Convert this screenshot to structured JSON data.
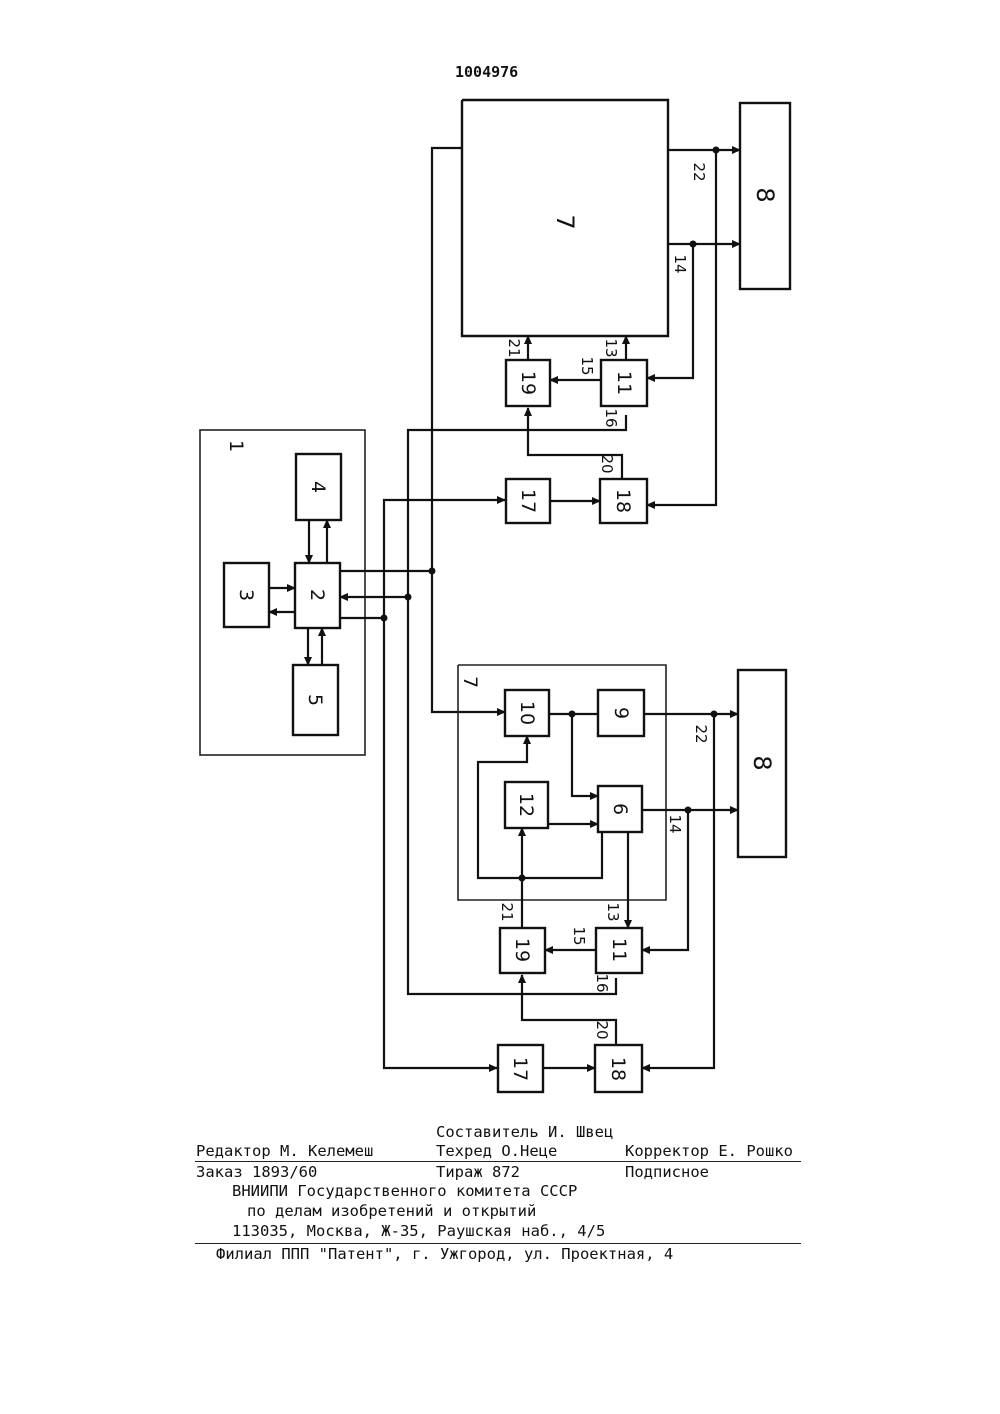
{
  "patent_number": "1004976",
  "diagram": {
    "frame_label": "1",
    "blocks": {
      "b2": "2",
      "b3": "3",
      "b4": "4",
      "b5": "5",
      "b6": "6",
      "b7": "7",
      "b8": "8",
      "b9": "9",
      "b10": "10",
      "b11": "11",
      "b12": "12",
      "b17": "17",
      "b18": "18",
      "b19": "19"
    },
    "signals": {
      "s13": "13",
      "s14": "14",
      "s15": "15",
      "s16": "16",
      "s20": "20",
      "s21": "21",
      "s22": "22"
    }
  },
  "colophon": {
    "compiler": "Составитель И. Швец",
    "editor": "Редактор М. Келемеш",
    "tech_editor": "Техред О.Неце",
    "proofreader": "Корректор Е. Рошко",
    "order": "Заказ 1893/60",
    "circulation": "Тираж 872",
    "subscription": "Подписное",
    "org_line1": "ВНИИПИ Государственного комитета СССР",
    "org_line2": "по делам изобретений и открытий",
    "org_address": "113035, Москва, Ж-35, Раушская наб., 4/5",
    "branch": "Филиал ППП \"Патент\", г. Ужгород, ул. Проектная, 4"
  }
}
